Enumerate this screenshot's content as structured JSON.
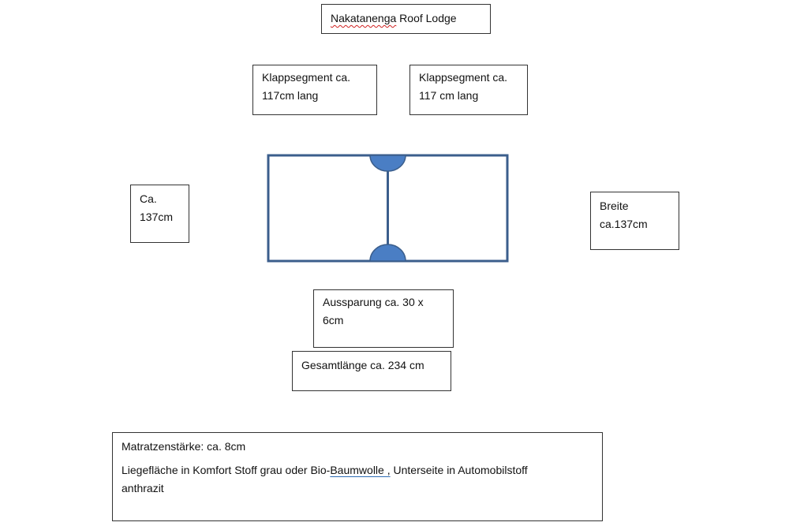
{
  "title": {
    "word1": "Nakatanenga",
    "word2": " Roof Lodge"
  },
  "segments": {
    "left": {
      "line1": "Klappsegment ca.",
      "line2": "117cm lang"
    },
    "right": {
      "line1": "Klappsegment ca.",
      "line2": "117 cm lang"
    }
  },
  "dimensions": {
    "left": {
      "line1": "Ca.",
      "line2": "137cm"
    },
    "right": {
      "line1": "Breite",
      "line2": "ca.137cm"
    }
  },
  "recess": {
    "line1": "Aussparung ca. 30 x",
    "line2": "6cm"
  },
  "total_length": "Gesamtlänge ca. 234 cm",
  "notes": {
    "thickness": "Matratzenstärke: ca. 8cm",
    "surface_pre": "Liegefläche in Komfort Stoff grau oder Bio-",
    "surface_link": "Baumwolle ,",
    "surface_post": " Unterseite in Automobilstoff",
    "surface_line2": "anthrazit"
  },
  "colors": {
    "outline": "#3b5e8c",
    "hinge_fill": "#4a7ec4",
    "box_border": "#333333"
  }
}
